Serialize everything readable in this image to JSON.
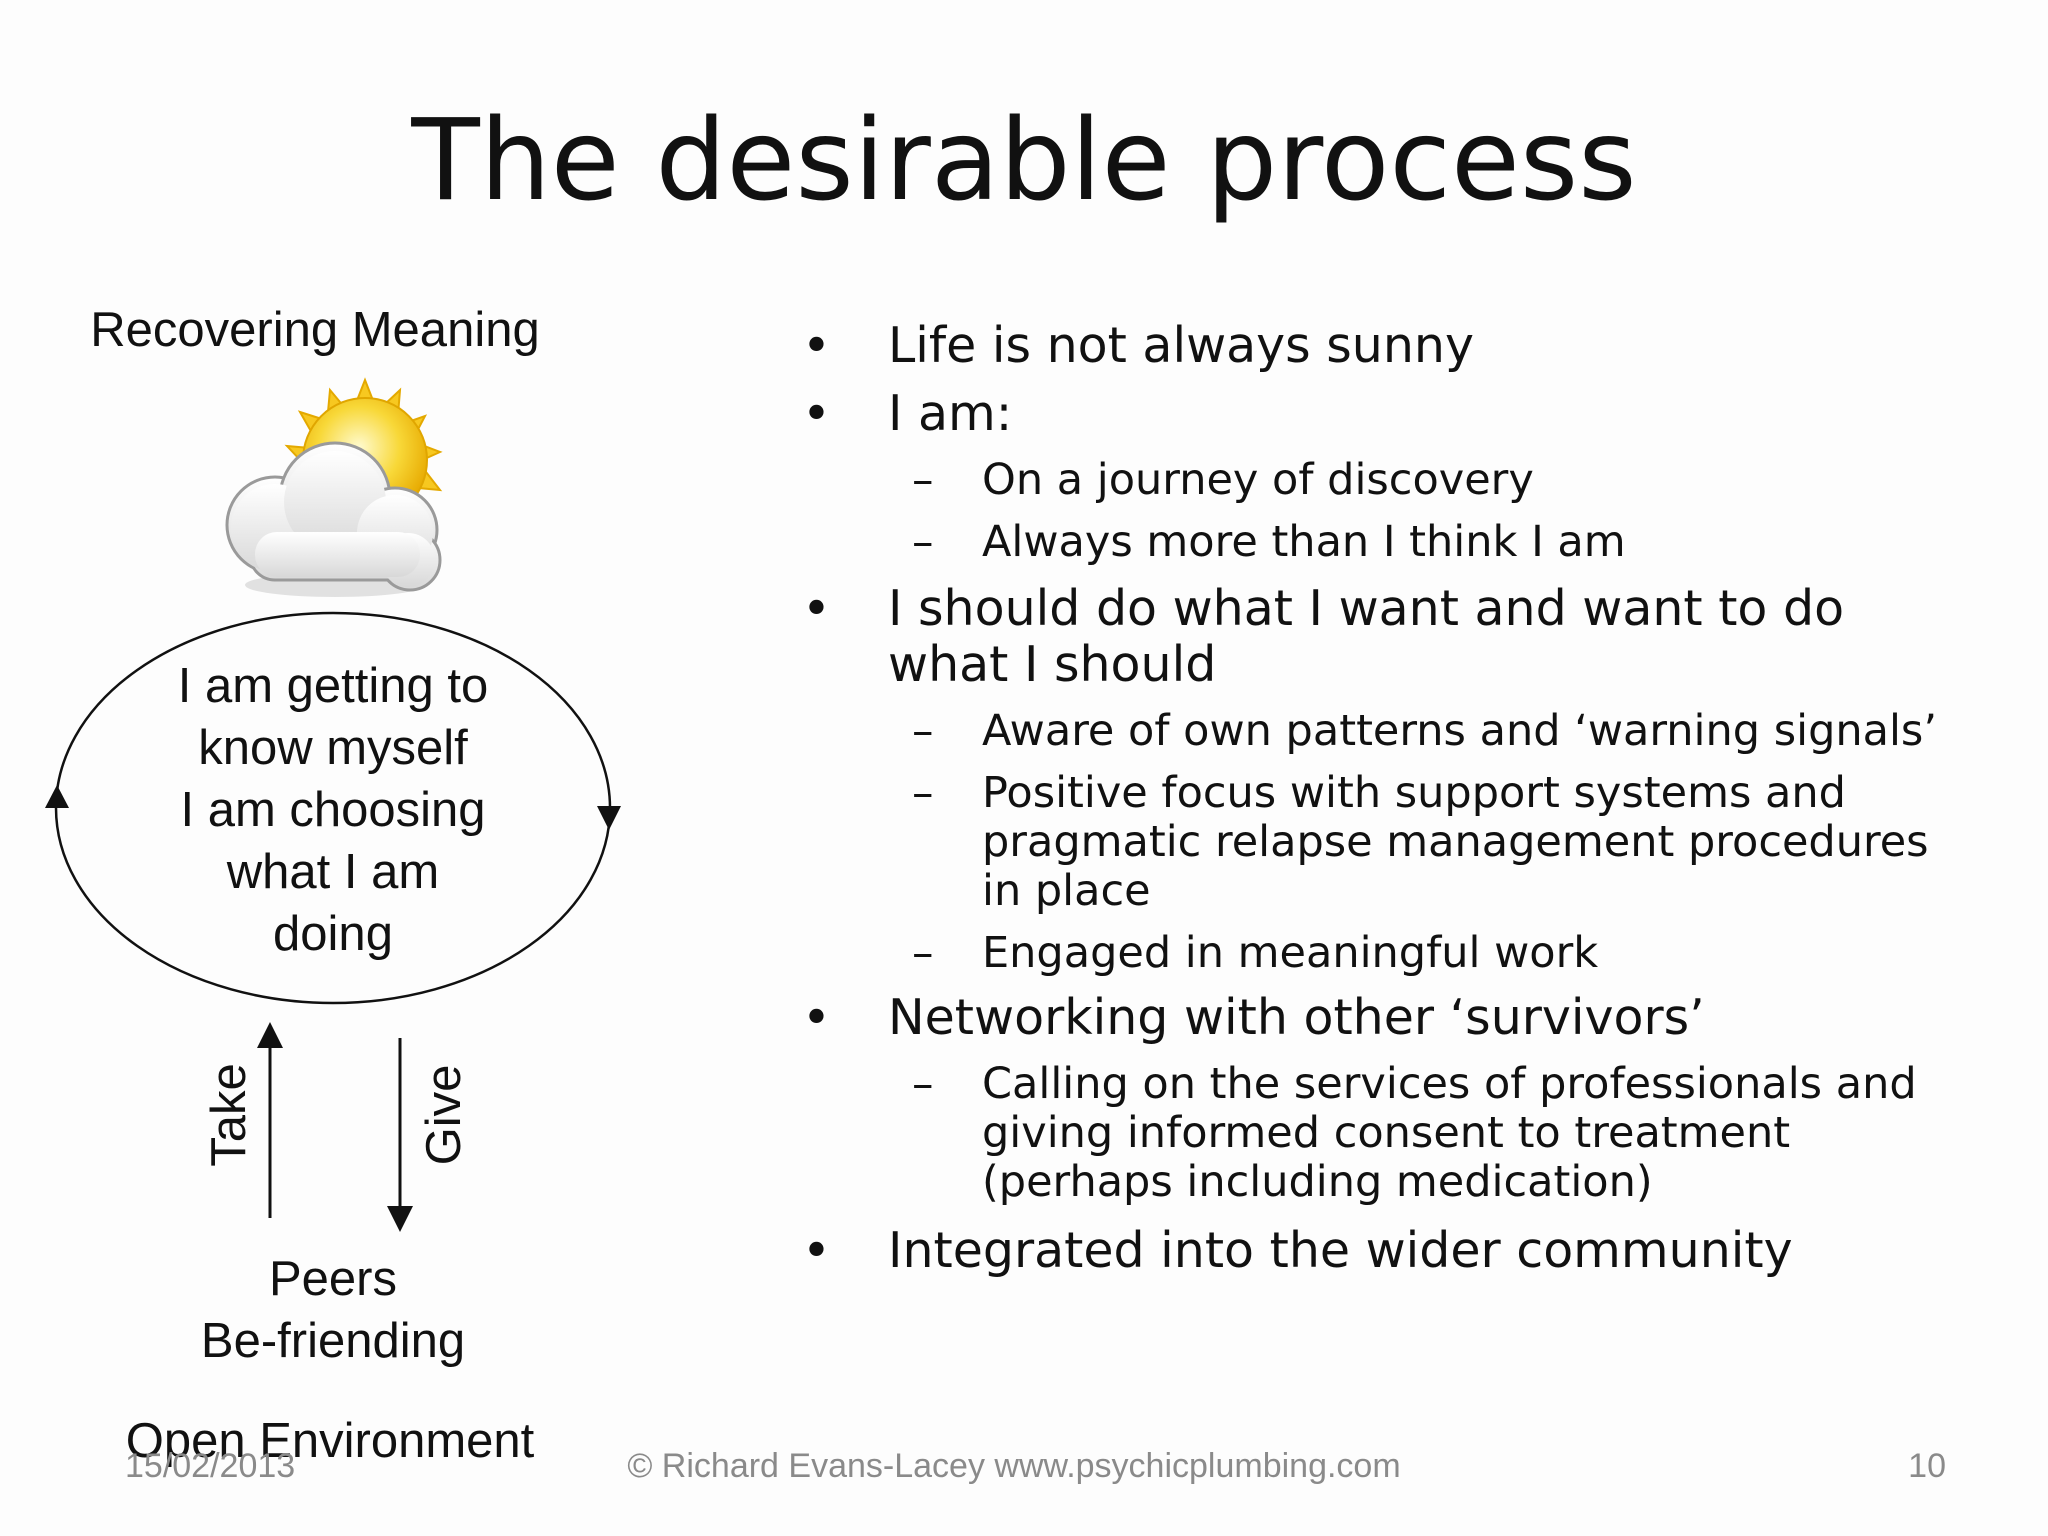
{
  "title": "The desirable process",
  "diagram": {
    "top_label": "Recovering Meaning",
    "sun_cloud_icon": "partly-sunny-icon",
    "ellipse_lines": [
      "I am getting to",
      "know myself",
      "I am choosing",
      "what I am",
      "doing"
    ],
    "take_label": "Take",
    "give_label": "Give",
    "peers_lines": [
      "Peers",
      "Be-friending"
    ],
    "bottom_label": "Open Environment"
  },
  "bullets": [
    {
      "text": "Life is not always sunny",
      "subs": []
    },
    {
      "text": "I am:",
      "subs": [
        "On a journey of discovery",
        "Always more than I think I am"
      ]
    },
    {
      "text": "I should do what I want and want to do what I should",
      "subs": [
        "Aware of own patterns and ‘warning signals’",
        "Positive focus with support systems and pragmatic relapse management procedures in place",
        "Engaged in meaningful work"
      ]
    },
    {
      "text": "Networking with other ‘survivors’",
      "subs": [
        "Calling on the services of professionals and giving informed consent to treatment (perhaps including medication)"
      ]
    },
    {
      "text": "Integrated into the wider community",
      "subs": []
    }
  ],
  "footer": {
    "date": "15/02/2013",
    "copyright": "© Richard Evans-Lacey www.psychicplumbing.com",
    "page_number": "10"
  },
  "colors": {
    "text": "#111111",
    "footer": "#8a8a8a",
    "sun": "#f5c518",
    "cloud": "#e6e6e6"
  }
}
